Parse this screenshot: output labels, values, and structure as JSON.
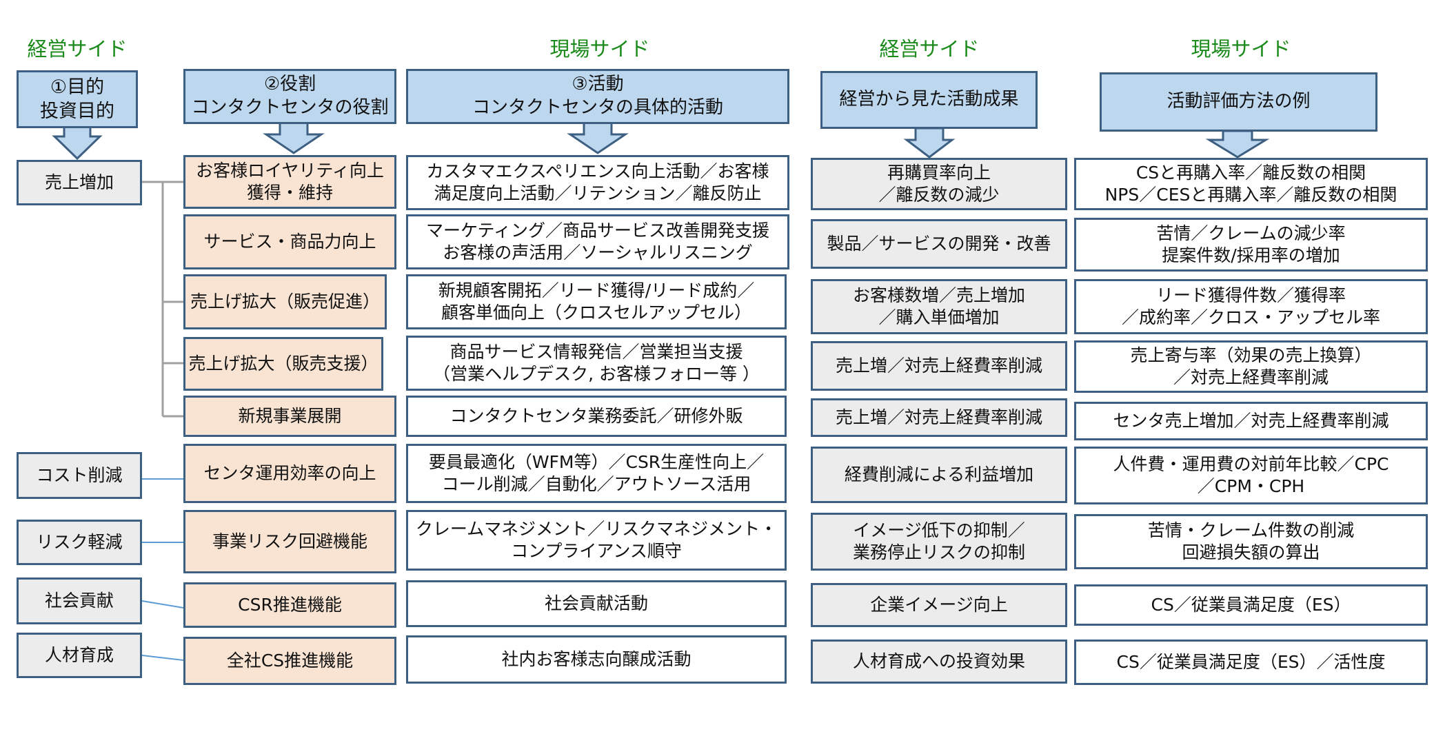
{
  "columns": {
    "c1": {
      "side": "経営サイド",
      "header": [
        "①目的",
        "投資目的"
      ]
    },
    "c2": {
      "header": [
        "②役割",
        "コンタクトセンタの役割"
      ]
    },
    "c3": {
      "side": "現場サイド",
      "header": [
        "③活動",
        "コンタクトセンタの具体的活動"
      ]
    },
    "c4": {
      "side": "経営サイド",
      "header": [
        "経営から見た活動成果"
      ]
    },
    "c5": {
      "side": "現場サイド",
      "header": [
        "活動評価方法の例"
      ]
    }
  },
  "purposes": [
    [
      "売上増加"
    ],
    [
      "コスト削減"
    ],
    [
      "リスク軽減"
    ],
    [
      "社会貢献"
    ],
    [
      "人材育成"
    ]
  ],
  "roles": [
    [
      "お客様ロイヤリティ向上",
      "獲得・維持"
    ],
    [
      "サービス・商品力向上"
    ],
    [
      "売上げ拡大（販売促進）"
    ],
    [
      "売上げ拡大（販売支援）"
    ],
    [
      "新規事業展開"
    ],
    [
      "センタ運用効率の向上"
    ],
    [
      "事業リスク回避機能"
    ],
    [
      "CSR推進機能"
    ],
    [
      "全社CS推進機能"
    ]
  ],
  "activities": [
    [
      "カスタマエクスペリエンス向上活動／お客様",
      "満足度向上活動／リテンション／離反防止"
    ],
    [
      "マーケティング／商品サービス改善開発支援",
      "お客様の声活用／ソーシャルリスニング"
    ],
    [
      "新規顧客開拓／リード獲得/リード成約／",
      "顧客単価向上（クロスセルアップセル）"
    ],
    [
      "商品サービス情報発信／営業担当支援",
      "（営業ヘルプデスク, お客様フォロー等 ）"
    ],
    [
      "コンタクトセンタ業務委託／研修外販"
    ],
    [
      "要員最適化（WFM等）／CSR生産性向上／",
      "コール削減／自動化／アウトソース活用"
    ],
    [
      "クレームマネジメント／リスクマネジメント・",
      "コンプライアンス順守"
    ],
    [
      "社会貢献活動"
    ],
    [
      "社内お客様志向醸成活動"
    ]
  ],
  "results": [
    [
      "再購買率向上",
      "／離反数の減少"
    ],
    [
      "製品／サービスの開発・改善"
    ],
    [
      "お客様数増／売上増加",
      "／購入単価増加"
    ],
    [
      "売上増／対売上経費率削減"
    ],
    [
      "売上増／対売上経費率削減"
    ],
    [
      "経費削減による利益増加"
    ],
    [
      "イメージ低下の抑制／",
      "業務停止リスクの抑制"
    ],
    [
      "企業イメージ向上"
    ],
    [
      "人材育成への投資効果"
    ]
  ],
  "evaluations": [
    [
      "CSと再購入率／離反数の相関",
      "NPS／CESと再購入率／離反数の相関"
    ],
    [
      "苦情／クレームの減少率",
      "提案件数/採用率の増加"
    ],
    [
      "リード獲得件数／獲得率",
      "／成約率／クロス・アップセル率"
    ],
    [
      "売上寄与率（効果の売上換算）",
      "／対売上経費率削減"
    ],
    [
      "センタ売上増加／対売上経費率削減"
    ],
    [
      "人件費・運用費の対前年比較／CPC",
      "／CPM・CPH"
    ],
    [
      "苦情・クレーム件数の削減",
      "回避損失額の算出"
    ],
    [
      "CS／従業員満足度（ES）"
    ],
    [
      "CS／従業員満足度（ES）／活性度"
    ]
  ],
  "colors": {
    "header_fill": "#bdd7ee",
    "border": "#3d5f82",
    "role_fill": "#f9e4d3",
    "result_fill": "#ececec",
    "side_label": "#1a8a1a",
    "connector_gray": "#a0a0a0",
    "connector_blue": "#5b9bd5"
  }
}
